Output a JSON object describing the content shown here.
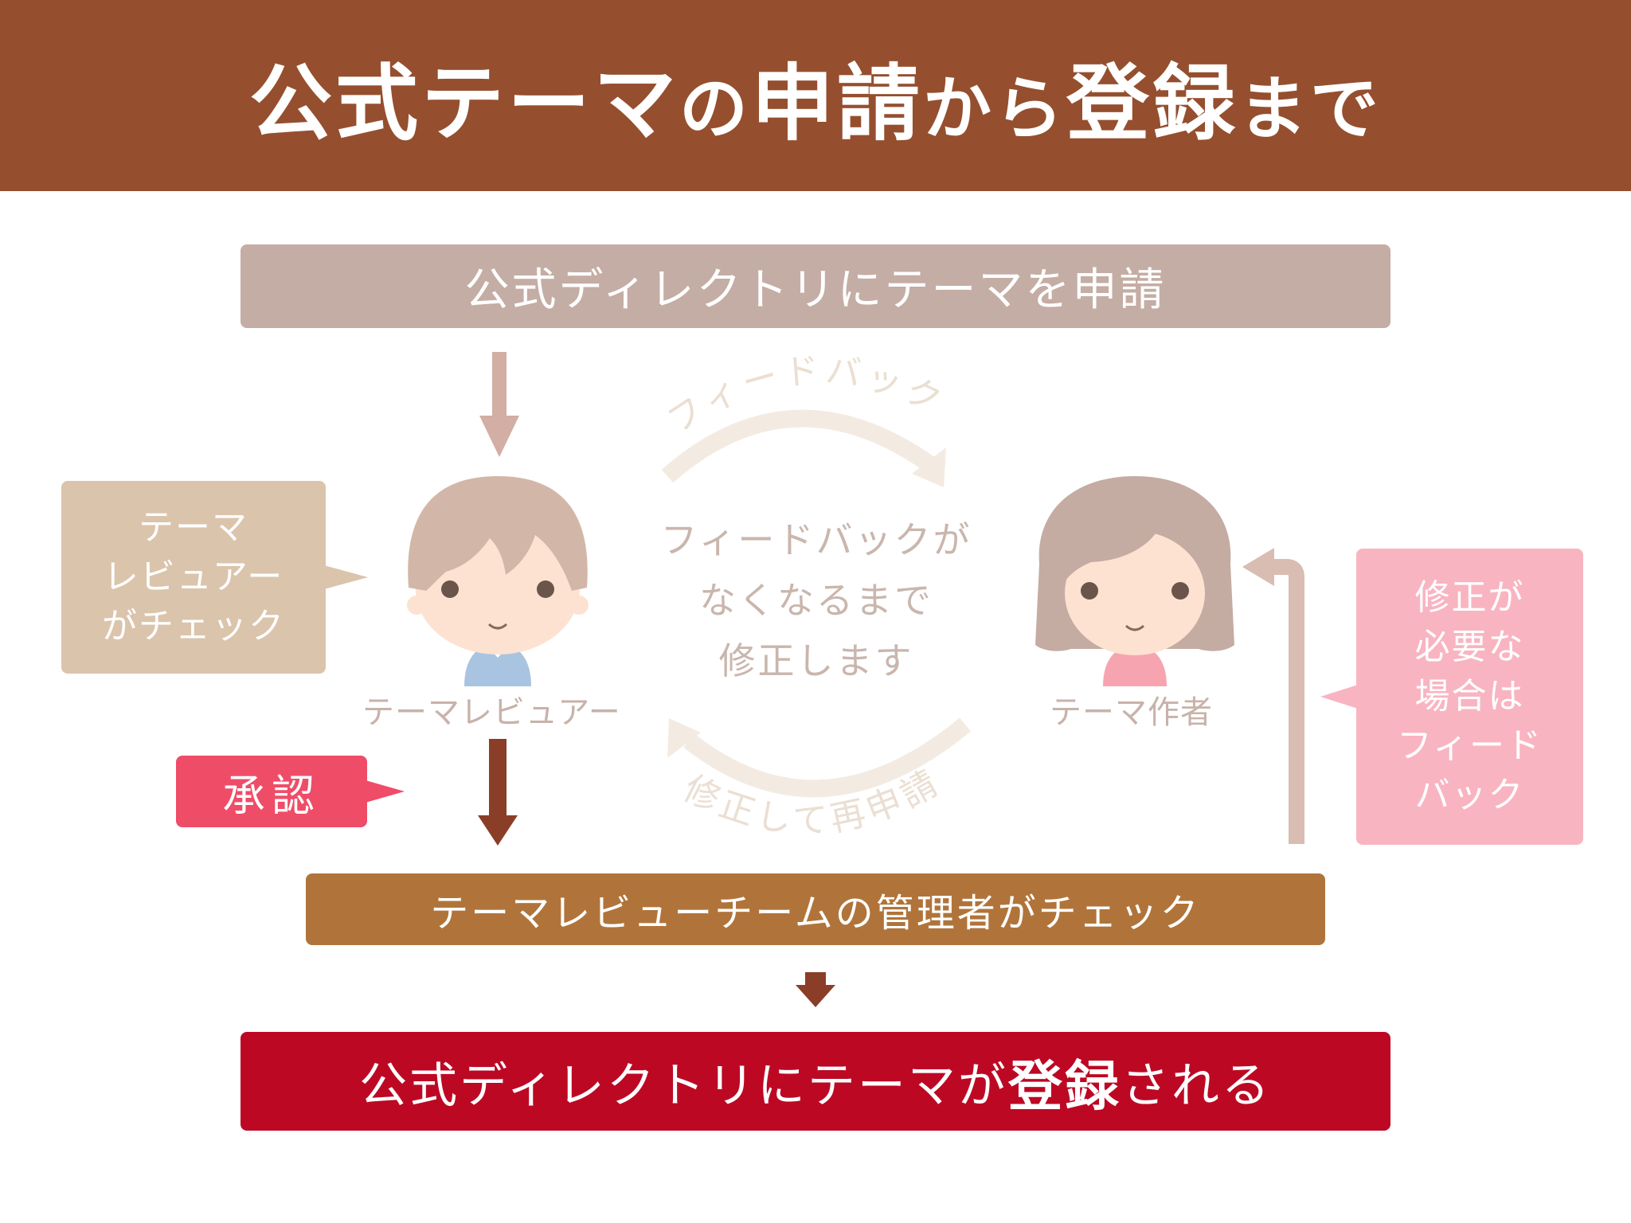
{
  "header": {
    "title_part1": "公式テーマ",
    "title_part2": "の",
    "title_part3": "申請",
    "title_part4": "から",
    "title_part5": "登録",
    "title_part6": "まで"
  },
  "steps": {
    "submit": "公式ディレクトリにテーマを申請",
    "admin_check": "テーマレビューチームの管理者がチェック",
    "register_part1": "公式ディレクトリにテーマが",
    "register_part2": "登録",
    "register_part3": "される"
  },
  "callouts": {
    "reviewer_check": "テーマ\nレビュアー\nがチェック",
    "approve": "承認",
    "feedback_if_needed": "修正が\n必要な\n場合は\nフィード\nバック"
  },
  "actors": {
    "reviewer": "テーマレビュアー",
    "author": "テーマ作者"
  },
  "cycle": {
    "top_arrow_label": "フィードバック",
    "bottom_arrow_label": "修正して再申請",
    "center_text": "フィードバックが\nなくなるまで\n修正します"
  },
  "colors": {
    "header": "#954f2e",
    "submit_bar": "#c4ada4",
    "admin_bar": "#b0743a",
    "register_bar": "#bd0824",
    "reviewer_callout": "#dbc4ac",
    "approve_callout": "#ef4c68",
    "feedback_callout": "#f9b4c1",
    "cycle_arrow": "#f3ebe2"
  }
}
